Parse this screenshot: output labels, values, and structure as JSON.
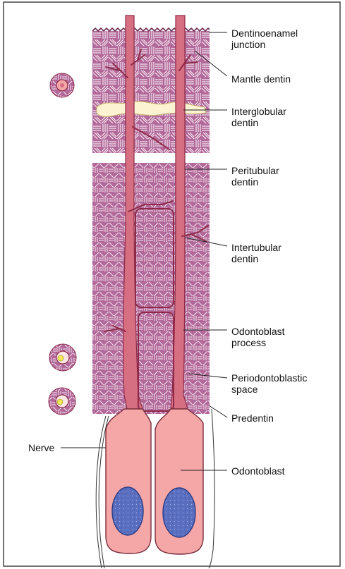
{
  "labels": {
    "dentinoenamel_junction": "Dentinoenamel\njunction",
    "mantle_dentin": "Mantle dentin",
    "interglobular_dentin": "Interglobular\ndentin",
    "peritubular_dentin": "Peritubular\ndentin",
    "intertubular_dentin": "Intertubular\ndentin",
    "odontoblast_process": "Odontoblast\nprocess",
    "periodontoblastic_space": "Periodontoblastic\nspace",
    "predentin": "Predentin",
    "odontoblast": "Odontoblast",
    "nerve": "Nerve"
  },
  "colors": {
    "dentin_fill": "#b2699a",
    "collagen_fiber": "#f6e6f0",
    "tubule": "#c8607a",
    "odontoblast_body": "#f5a6a6",
    "nucleus": "#5b6fc0",
    "interglobular": "#fbf3d2",
    "frame_border": "#444444"
  }
}
